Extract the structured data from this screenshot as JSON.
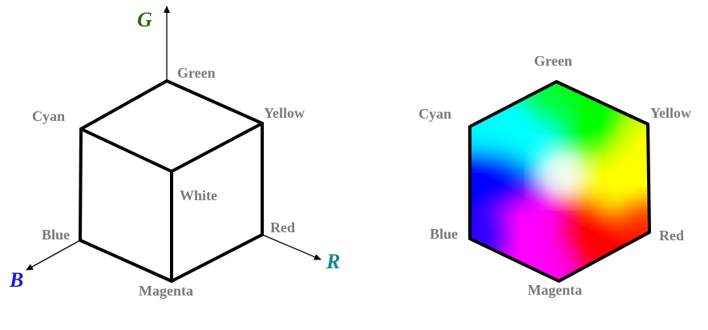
{
  "left_cube": {
    "axes": {
      "g": {
        "label": "G",
        "color": "#2f6b12"
      },
      "r": {
        "label": "R",
        "color": "#158a8c"
      },
      "b": {
        "label": "B",
        "color": "#1a1ae0"
      }
    },
    "corners": {
      "green": "Green",
      "cyan": "Cyan",
      "yellow": "Yellow",
      "white": "White",
      "blue": "Blue",
      "red": "Red",
      "magenta": "Magenta"
    }
  },
  "right_hexagon": {
    "corners": {
      "green": "Green",
      "cyan": "Cyan",
      "yellow": "Yellow",
      "blue": "Blue",
      "red": "Red",
      "magenta": "Magenta"
    },
    "center_color": "#ffffff",
    "vertex_colors": {
      "green": "#00ff00",
      "yellow": "#ffff00",
      "red": "#ff0000",
      "magenta": "#ff00ff",
      "blue": "#0000ff",
      "cyan": "#00ffff"
    }
  },
  "colors": {
    "label_gray": "#7a7a7a",
    "edge": "#000000"
  }
}
